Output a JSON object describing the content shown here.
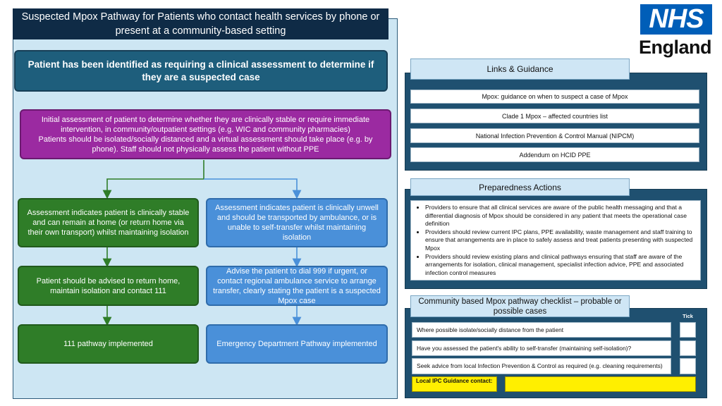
{
  "title": "Suspected Mpox Pathway for Patients who contact health services by phone or present at a community-based setting",
  "pathway": {
    "main_box": "Patient has been identified as requiring a clinical assessment to determine if they are a suspected case",
    "initial_assessment_line1": "Initial assessment of patient to determine whether they are clinically stable or require immediate intervention, in community/outpatient settings (e.g. WIC and community pharmacies)",
    "initial_assessment_line2": "Patients should be isolated/socially distanced and a virtual assessment should take place (e.g. by phone). Staff should not physically assess the patient without PPE",
    "stable_assessment": "Assessment indicates patient is clinically stable and can remain at home (or return home via their own transport) whilst maintaining isolation",
    "unwell_assessment": "Assessment indicates patient is clinically unwell and should be transported by ambulance, or is unable to self-transfer whilst maintaining isolation",
    "stable_advice": "Patient should be advised to return home, maintain isolation and contact 111",
    "unwell_advice": "Advise the patient to dial 999 if urgent, or contact regional ambulance service to arrange transfer, clearly stating the patient is a suspected Mpox case",
    "pathway_111": "111 pathway implemented",
    "pathway_ed": "Emergency Department Pathway implemented"
  },
  "links": {
    "header": "Links & Guidance",
    "items": [
      "Mpox: guidance on when to suspect a case of Mpox",
      "Clade 1 Mpox – affected countries list",
      "National Infection Prevention & Control Manual (NIPCM)",
      "Addendum on HCID PPE"
    ]
  },
  "preparedness": {
    "header": "Preparedness Actions",
    "items": [
      "Providers to ensure that all clinical services are aware of the public health messaging and that a differential diagnosis of Mpox should be considered in any patient that meets the operational case definition",
      "Providers should review current IPC plans, PPE availability, waste management and staff training to ensure that arrangements are in place to safely assess and treat patients presenting with suspected Mpox",
      "Providers should review existing plans and clinical pathways ensuring that staff are aware of the arrangements for isolation, clinical management, specialist infection advice,  PPE and associated infection control measures"
    ]
  },
  "checklist": {
    "header": "Community based Mpox pathway checklist – probable or possible cases",
    "tick_label": "Tick",
    "items": [
      "Where possible isolate/socially distance from the patient",
      "Have you assessed the patient's ability to self-transfer (maintaining self-isolation)?",
      "Seek advice from local Infection Prevention & Control as required (e.g. cleaning requirements)"
    ],
    "local_ipc_label": "Local IPC Guidance contact:",
    "local_ipc_value": ""
  },
  "logo": {
    "nhs": "NHS",
    "region": "England"
  },
  "colors": {
    "title_bg": "#0f2b46",
    "main_box": "#1e5e7c",
    "purple": "#9b2aa1",
    "green": "#2f7d28",
    "blue": "#4a90d9",
    "right_panel": "#1f5070",
    "nhs_blue": "#005eb8",
    "yellow": "#ffef00"
  }
}
